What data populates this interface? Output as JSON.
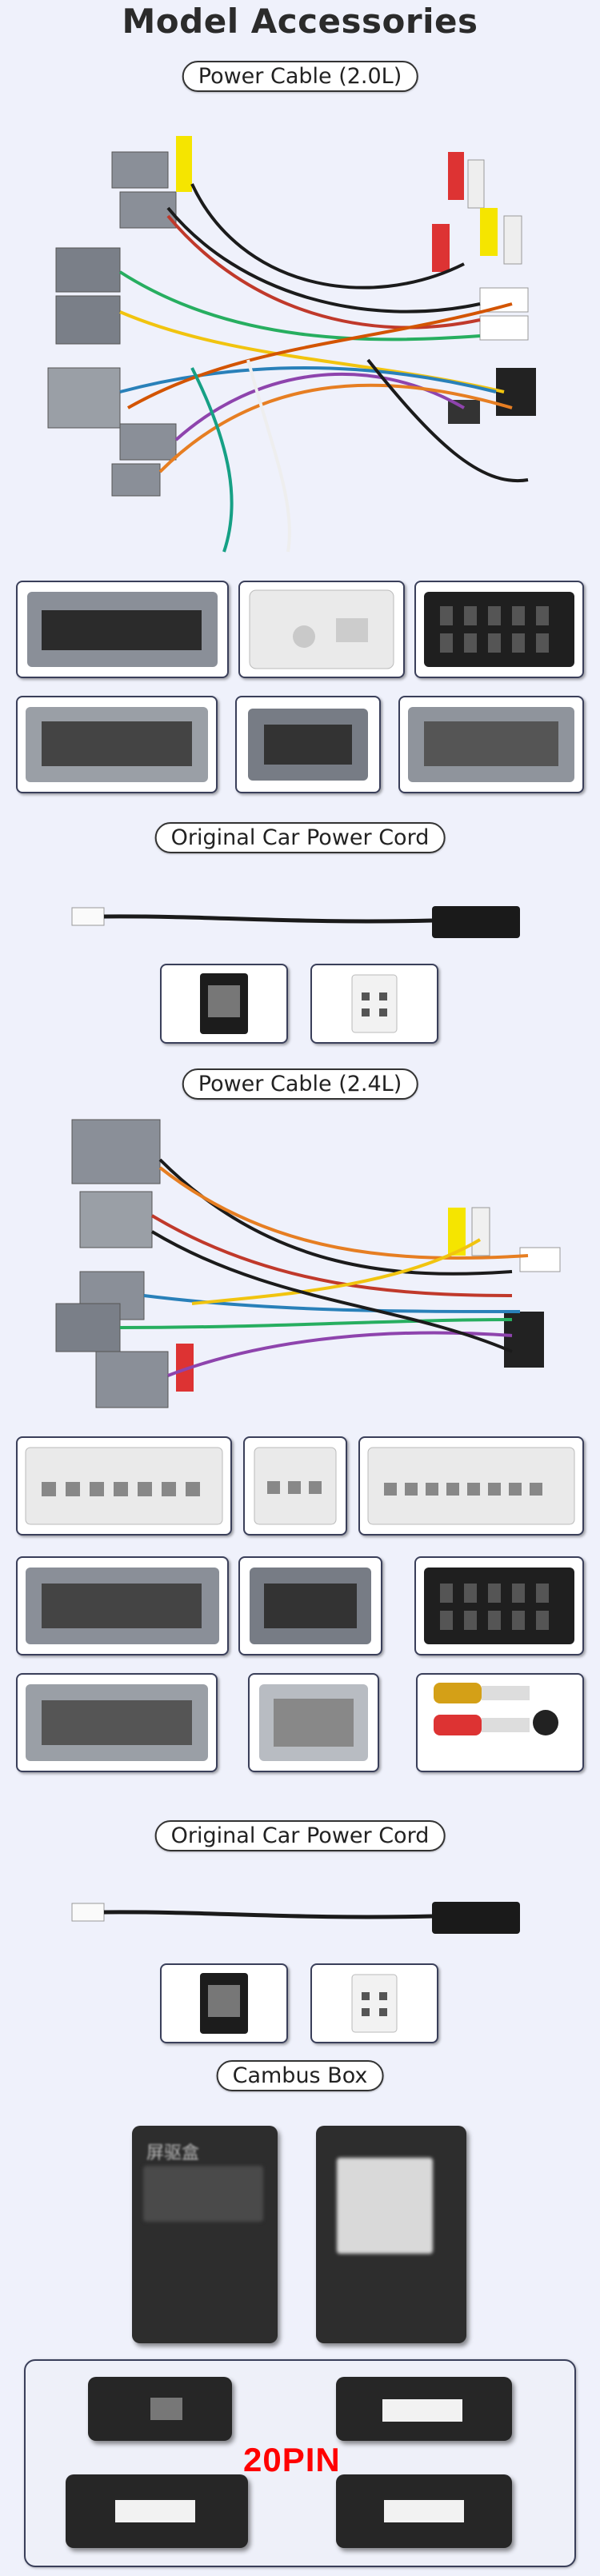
{
  "page": {
    "title": "Model Accessories",
    "sections": {
      "power_cable_20": "Power Cable (2.0L)",
      "original_cord_1": "Original Car Power Cord",
      "power_cable_24": "Power Cable (2.4L)",
      "original_cord_2": "Original Car Power Cord",
      "cambus_box": "Cambus Box"
    },
    "pin_label": "20PIN",
    "box_label_text": "屏驱盒"
  },
  "colors": {
    "background": "#eff1fb",
    "pill_border": "#333333",
    "pin_label": "#ff0000",
    "module_box": "#2d2d2d"
  }
}
